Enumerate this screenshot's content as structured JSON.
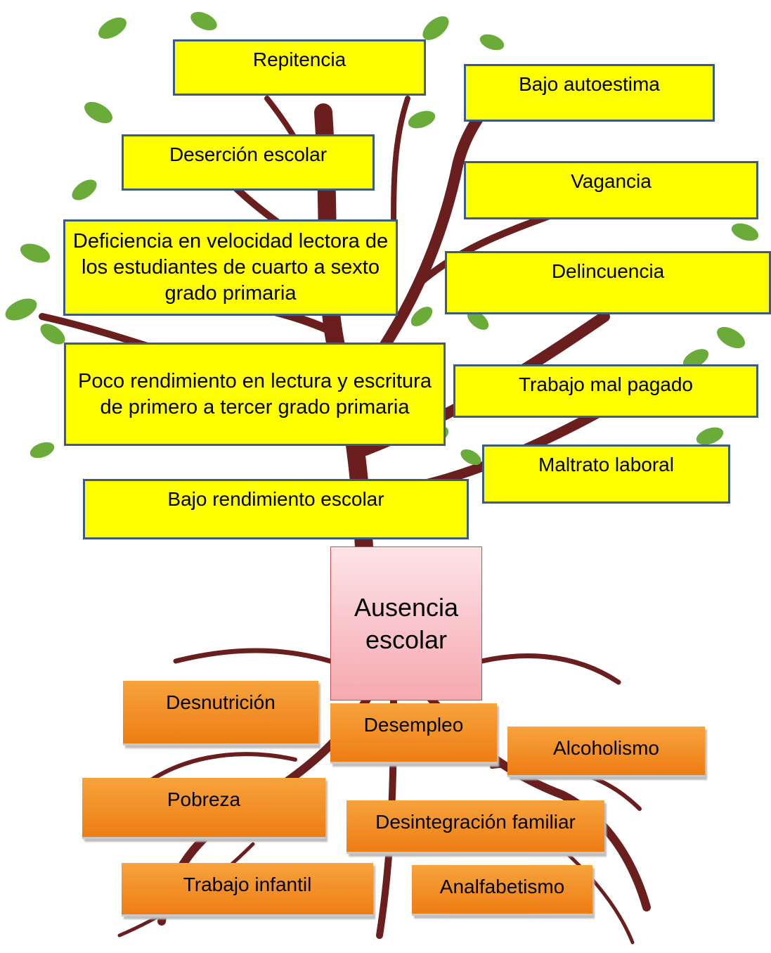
{
  "central_problem": "Ausencia escolar",
  "effects": [
    "Repitencia",
    "Bajo autoestima",
    "Deserción escolar",
    "Vagancia",
    "Deficiencia en velocidad lectora de los estudiantes de cuarto a sexto grado primaria",
    "Delincuencia",
    "Poco rendimiento en lectura y escritura de primero a tercer grado primaria",
    "Trabajo mal pagado",
    "Maltrato laboral",
    "Bajo rendimiento escolar"
  ],
  "causes": [
    "Desnutrición",
    "Desempleo",
    "Alcoholismo",
    "Pobreza",
    "Desintegración familiar",
    "Trabajo infantil",
    "Analfabetismo"
  ],
  "colors": {
    "effect_fill": "#ffff00",
    "effect_border": "#3d5a80",
    "cause_fill": "#f4901f",
    "problem_fill": "#f8c6cb",
    "branch": "#6b1e1e",
    "leaf": "#6aab3a"
  }
}
